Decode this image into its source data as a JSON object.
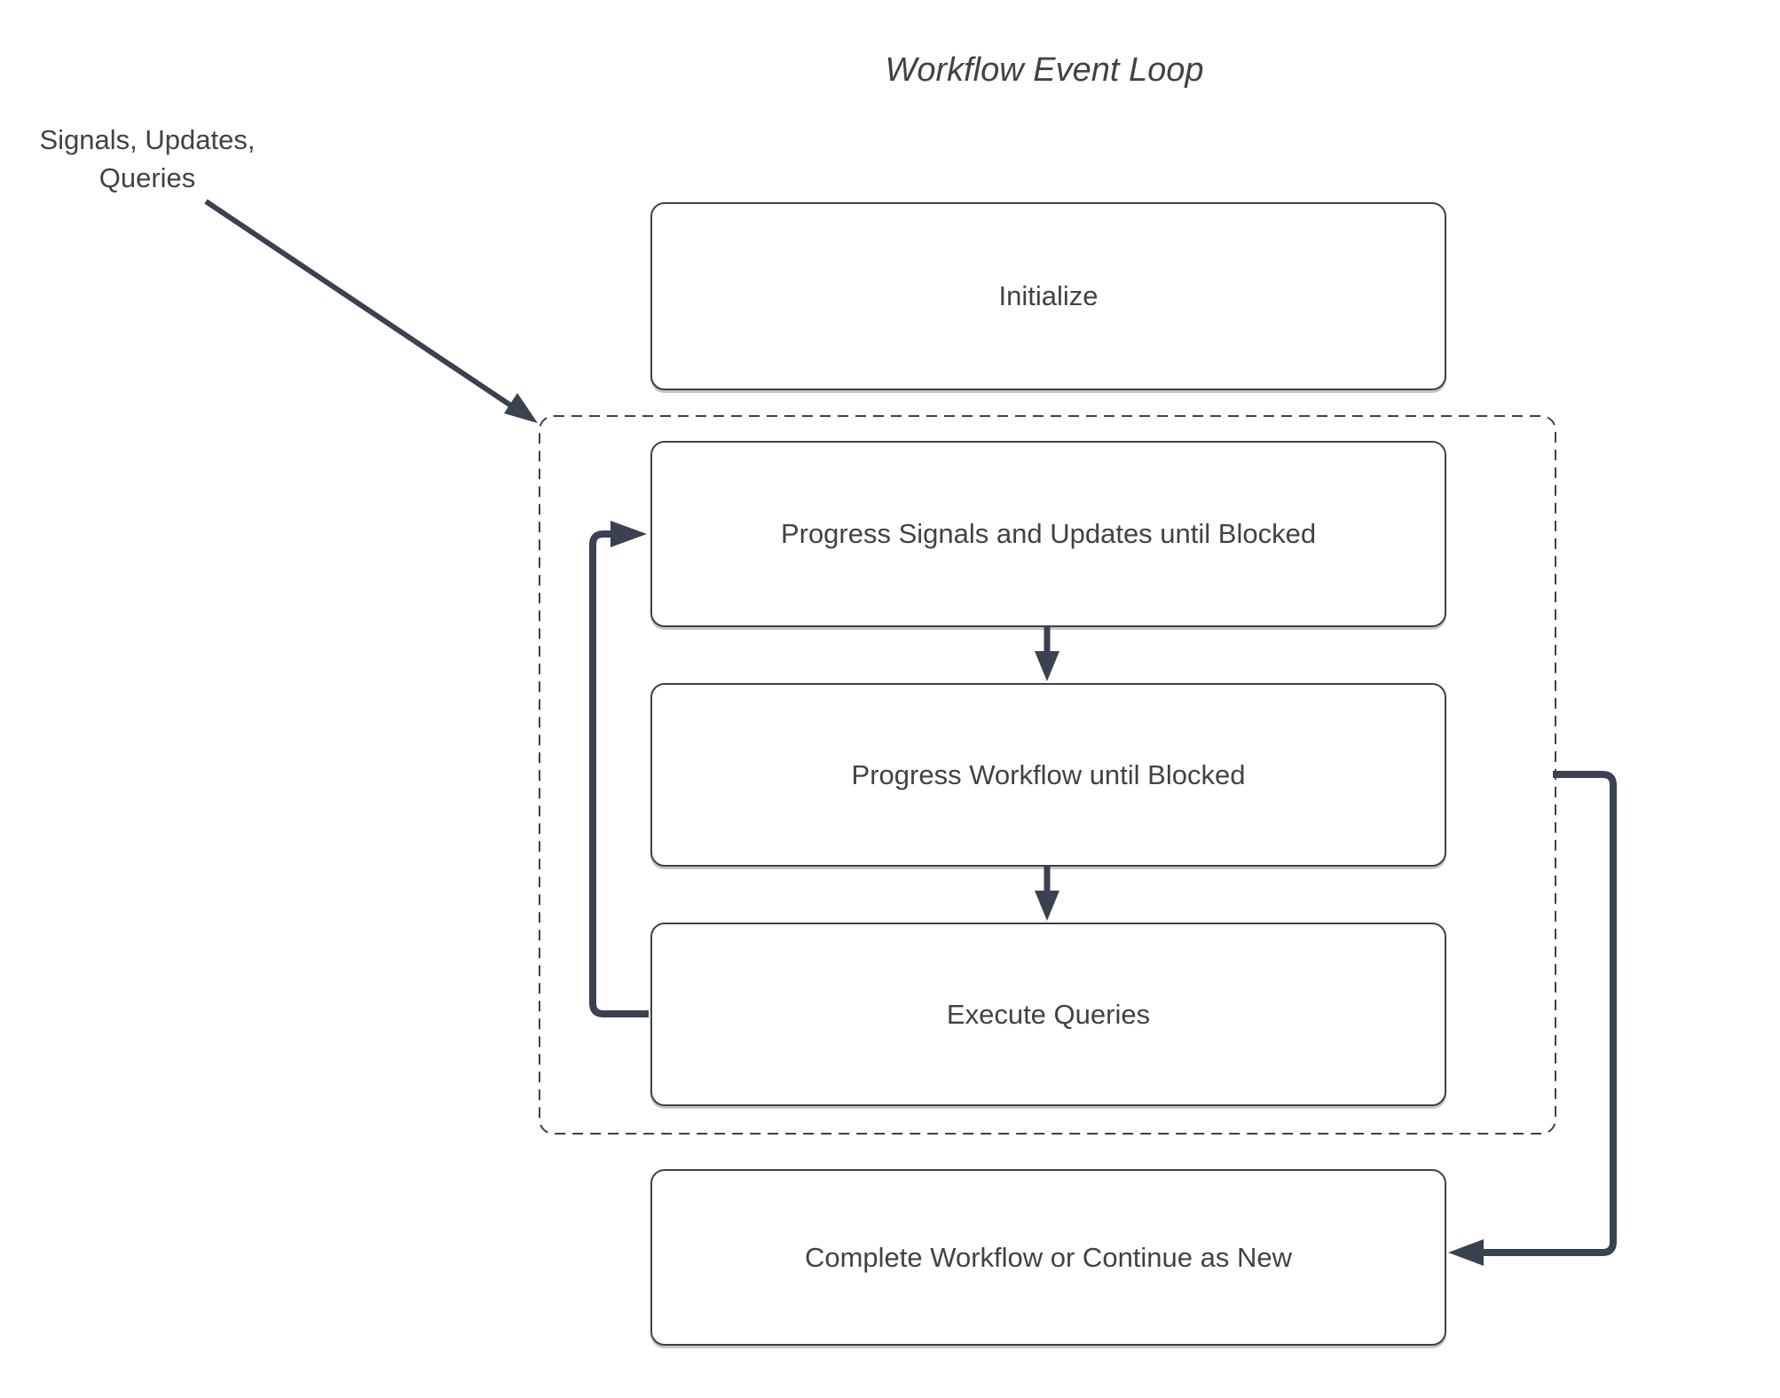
{
  "diagram": {
    "title": "Workflow Event Loop",
    "external_label": "Signals, Updates,\nQueries",
    "nodes": [
      {
        "id": "initialize",
        "label": "Initialize"
      },
      {
        "id": "progress-signals-updates",
        "label": "Progress Signals and Updates until Blocked"
      },
      {
        "id": "progress-workflow",
        "label": "Progress Workflow until Blocked"
      },
      {
        "id": "execute-queries",
        "label": "Execute Queries"
      },
      {
        "id": "complete-workflow",
        "label": "Complete Workflow or Continue as New"
      }
    ],
    "containers": [
      {
        "id": "event-loop",
        "style": "dashed",
        "contains": [
          "progress-signals-updates",
          "progress-workflow",
          "execute-queries"
        ]
      }
    ],
    "edges": [
      {
        "from": "external-inputs-label",
        "to": "event-loop",
        "type": "diagonal-arrow"
      },
      {
        "from": "progress-signals-updates",
        "to": "progress-workflow",
        "type": "down-arrow"
      },
      {
        "from": "progress-workflow",
        "to": "execute-queries",
        "type": "down-arrow"
      },
      {
        "from": "execute-queries",
        "to": "progress-signals-updates",
        "type": "loop-back-left"
      },
      {
        "from": "event-loop",
        "to": "complete-workflow",
        "type": "exit-right"
      }
    ],
    "colors": {
      "background": "#ffffff",
      "connector": "#3a4150",
      "box_border": "#3e4145",
      "text": "#3f4347"
    }
  }
}
